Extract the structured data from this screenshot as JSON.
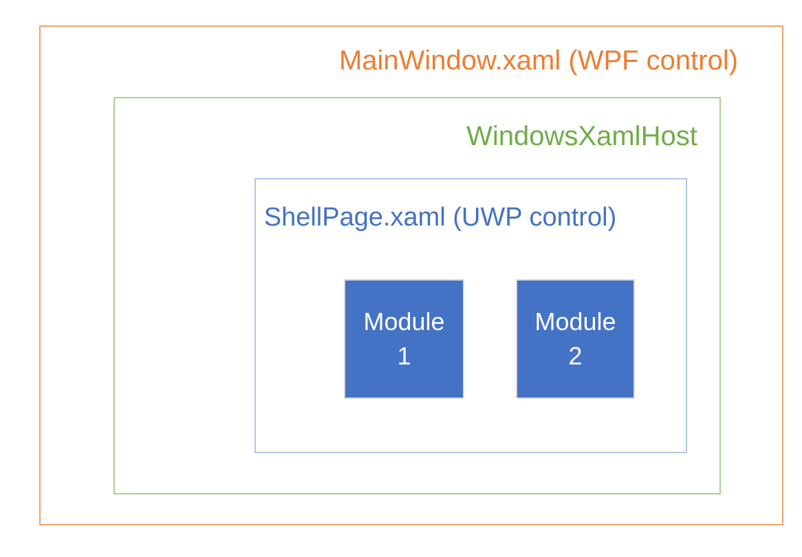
{
  "diagram": {
    "outer_box": {
      "label": "MainWindow.xaml (WPF control)",
      "text_color": "#ED7D31",
      "border_color": "#F2A16D"
    },
    "host_box": {
      "label": "WindowsXamlHost",
      "text_color": "#70AD47",
      "border_color": "#A9D18E"
    },
    "shell_box": {
      "label": "ShellPage.xaml (UWP control)",
      "text_color": "#4472C4",
      "border_color": "#AFC7E7"
    },
    "modules": [
      {
        "line1": "Module",
        "line2": "1",
        "fill_color": "#4472C4",
        "border_color": "#D9D9D9",
        "text_color": "#FFFFFF"
      },
      {
        "line1": "Module",
        "line2": "2",
        "fill_color": "#4472C4",
        "border_color": "#D9D9D9",
        "text_color": "#FFFFFF"
      }
    ]
  }
}
